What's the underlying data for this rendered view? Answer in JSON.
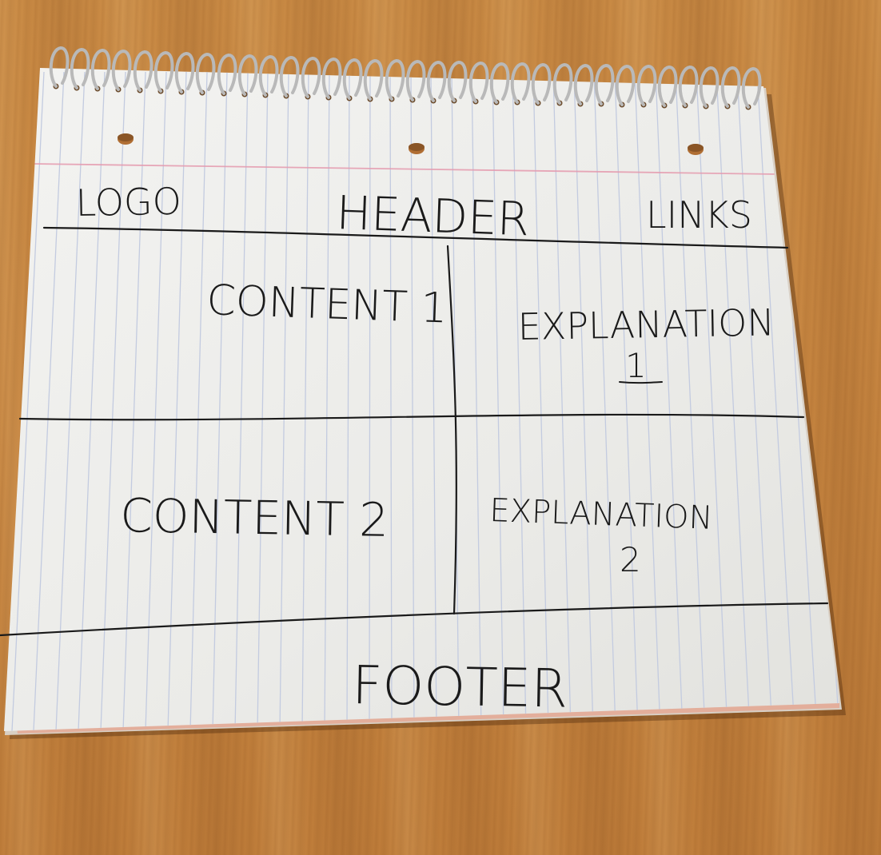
{
  "sketch": {
    "logo_label": "LOGO",
    "header_label": "HEADER",
    "links_label": "LINKS",
    "content_1_label": "CONTENT 1",
    "explanation_1_label": "EXPLANATION",
    "explanation_1_number": "1",
    "content_2_label": "CONTENT 2",
    "explanation_2_label": "EXPLANATION",
    "explanation_2_number": "2",
    "footer_label": "FOOTER"
  },
  "colors": {
    "table_wood": "#c68540",
    "paper": "#efefed",
    "rule_line": "#c3cbe0",
    "margin_line": "#e59aae",
    "ink": "#1a1a1a",
    "spiral_wire": "#b9b9b9"
  }
}
